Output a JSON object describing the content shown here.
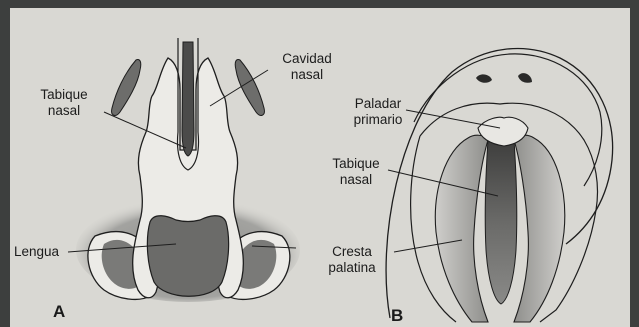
{
  "panels": {
    "a": {
      "letter": "A",
      "labels": {
        "tabique_nasal": "Tabique\nnasal",
        "cavidad_nasal": "Cavidad\nnasal",
        "lengua": "Lengua"
      }
    },
    "b": {
      "letter": "B",
      "labels": {
        "paladar_primario": "Paladar\nprimario",
        "tabique_nasal": "Tabique\nnasal",
        "cresta_palatina": "Cresta\npalatina"
      }
    }
  },
  "colors": {
    "background_page": "#d9d8d3",
    "tissue_light": "#ecebe7",
    "tissue_dark": "#6e6e6c",
    "mesenchyme_shade": "#9d9d9a",
    "line": "#1e1e1e",
    "dark_margin": "#3d3f3e"
  }
}
